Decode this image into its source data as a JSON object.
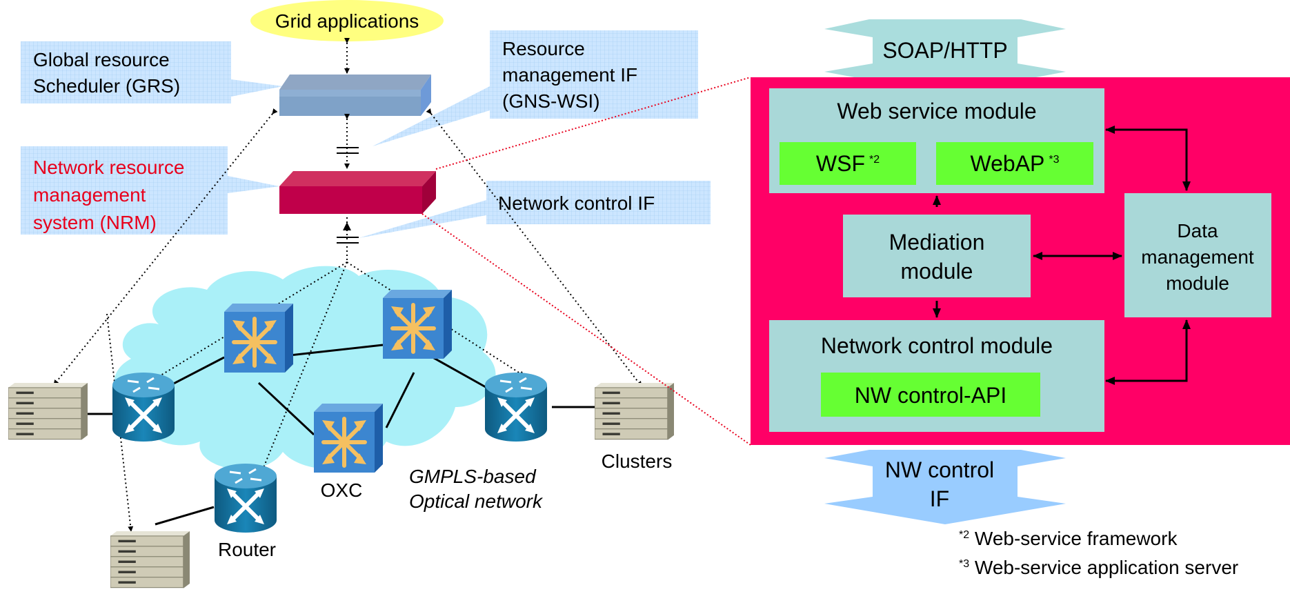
{
  "grid_applications": "Grid applications",
  "grs_label": [
    "Global resource",
    "Scheduler (GRS)"
  ],
  "nrm_label": [
    "Network resource",
    "management",
    "system (NRM)"
  ],
  "resource_if_label": [
    "Resource",
    "management IF",
    "(GNS-WSI)"
  ],
  "network_control_if_label": "Network control IF",
  "soap_label": "SOAP/HTTP",
  "nw_control_if_arrow": [
    "NW control",
    "IF"
  ],
  "modules": {
    "web_service": "Web service module",
    "wsf": "WSF",
    "wsf_sup": "*2",
    "webap": "WebAP",
    "webap_sup": "*3",
    "mediation": [
      "Mediation",
      "module"
    ],
    "data_management": [
      "Data",
      "management",
      "module"
    ],
    "network_control": "Network control module",
    "nw_control_api": "NW control-API"
  },
  "network": {
    "clusters": "Clusters",
    "oxc": "OXC",
    "router": "Router",
    "gmpls": [
      "GMPLS-based",
      "Optical network"
    ]
  },
  "footnotes": [
    {
      "mark": "*2",
      "text": " Web-service framework"
    },
    {
      "mark": "*3",
      "text": " Web-service application server"
    }
  ],
  "colors": {
    "nrm_red": "#E8001C",
    "panel_magenta": "#FF0066",
    "module_box": "#A9D8D8",
    "api_green": "#66FF33",
    "callout_blue": "#CCE6FF",
    "cloud": "#AAF0F8",
    "grid_ellipse": "#FFFF80",
    "block_arrow": "#99CCFF"
  },
  "icons": [
    "router-icon",
    "oxc-switch-icon",
    "server-stack-icon"
  ]
}
